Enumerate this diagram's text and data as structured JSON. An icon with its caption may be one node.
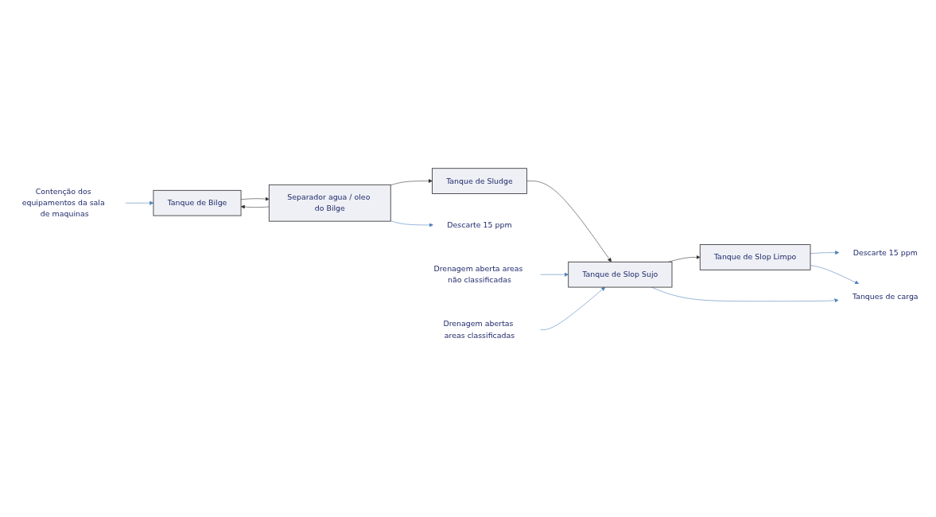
{
  "diagram": {
    "nodes": [
      {
        "text": [
          "Contenção dos equipamentos da sala de maquinas"
        ]
      },
      {
        "text": [
          "Tanque de Bilge"
        ]
      },
      {
        "text": [
          "Separador agua / oleo do Bilge"
        ]
      },
      {
        "text": [
          "Tanque de Sludge"
        ]
      },
      {
        "text": [
          "Descarte 15 ppm"
        ]
      },
      {
        "text": [
          "Drenagem aberta areas não classificadas"
        ]
      },
      {
        "text": [
          "Drenagem abertas areas classificadas"
        ]
      },
      {
        "text": [
          "Tanque de Slop Sujo"
        ]
      },
      {
        "text": [
          "Tanque de Slop Limpo"
        ]
      },
      {
        "text": [
          "Descarte 15 ppm"
        ]
      },
      {
        "text": [
          "Tanques de carga"
        ]
      }
    ],
    "edges": [
      {
        "from": 0,
        "to": 1,
        "arrow": "to"
      },
      {
        "from": 1,
        "to": 2,
        "arrow": "to",
        "color": "#333333"
      },
      {
        "from": 2,
        "to": 1,
        "arrow": "to",
        "color": "#333333"
      },
      {
        "from": 2,
        "to": 3,
        "arrow": "to",
        "color": "#333333"
      },
      {
        "from": 2,
        "to": 4,
        "arrow": "to"
      },
      {
        "from": 3,
        "to": 7,
        "arrow": "to",
        "color": "#333333"
      },
      {
        "from": 5,
        "to": 7,
        "arrow": "to"
      },
      {
        "from": 6,
        "to": 7,
        "arrow": "to"
      },
      {
        "from": 7,
        "to": 8,
        "arrow": "to",
        "color": "#333333"
      },
      {
        "from": 8,
        "to": 9,
        "arrow": "to"
      },
      {
        "from": 7,
        "to": 10,
        "arrow": "to"
      },
      {
        "from": 8,
        "to": 10,
        "arrow": "to"
      }
    ]
  }
}
